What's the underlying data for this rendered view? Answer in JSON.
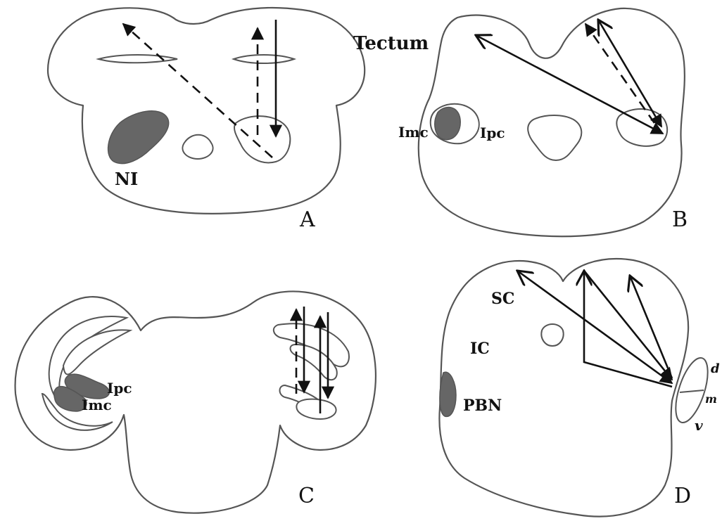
{
  "labels": {
    "panel_a": "A",
    "panel_b": "B",
    "panel_c": "C",
    "panel_d": "D",
    "tectum": "Tectum",
    "ni": "NI",
    "imc_b": "Imc",
    "ipc_b": "Ipc",
    "ipc_c": "Ipc",
    "imc_c": "Imc",
    "sc": "SC",
    "ic": "IC",
    "pbn": "PBN",
    "d_top": "d",
    "d_mid": "m",
    "d_bot": "v"
  },
  "colors": {
    "nucleus_fill": "#666666",
    "outline": "#555555",
    "arrow": "#111111"
  }
}
